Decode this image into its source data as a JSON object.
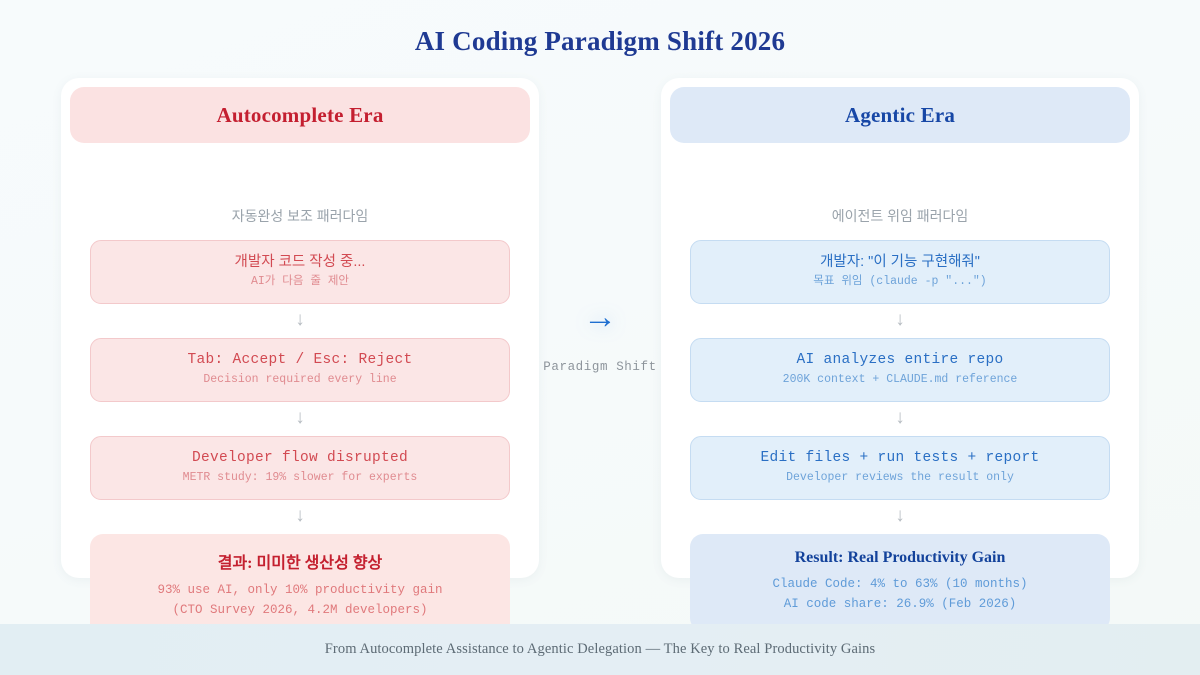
{
  "title": "AI Coding Paradigm Shift 2026",
  "colors": {
    "title": "#1f3a93",
    "left_accent": "#c41f30",
    "right_accent": "#1747a6",
    "left_panel_header_bg": "#fbe2e2",
    "right_panel_header_bg": "#dee9f7",
    "arrow": "#1f6fd0",
    "footer_bg": "#e3eef2"
  },
  "left_panel": {
    "header": "Autocomplete Era",
    "subtitle": "자동완성 보조 패러다임",
    "steps": [
      {
        "main": "개발자 코드 작성 중...",
        "sub": "AI가 다음 줄 제안",
        "main_mono": false,
        "sub_mono": true
      },
      {
        "main": "Tab: Accept / Esc: Reject",
        "sub": "Decision required every line",
        "main_mono": true,
        "sub_mono": true
      },
      {
        "main": "Developer flow disrupted",
        "sub": "METR study: 19% slower for experts",
        "main_mono": true,
        "sub_mono": true
      }
    ],
    "result": {
      "title": "결과: 미미한 생산성 향상",
      "lines": [
        "93% use AI, only 10% productivity gain",
        "(CTO Survey 2026, 4.2M developers)"
      ]
    }
  },
  "right_panel": {
    "header": "Agentic Era",
    "subtitle": "에이전트 위임 패러다임",
    "steps": [
      {
        "main": "개발자: \"이 기능 구현해줘\"",
        "sub": "목표 위임 (claude -p \"...\")",
        "main_mono": false,
        "sub_mono": true
      },
      {
        "main": "AI analyzes entire repo",
        "sub": "200K context + CLAUDE.md reference",
        "main_mono": true,
        "sub_mono": true
      },
      {
        "main": "Edit files + run tests + report",
        "sub": "Developer reviews the result only",
        "main_mono": true,
        "sub_mono": true
      }
    ],
    "result": {
      "title": "Result: Real Productivity Gain",
      "lines": [
        "Claude Code: 4% to 63% (10 months)",
        "AI code share: 26.9% (Feb 2026)"
      ]
    }
  },
  "center": {
    "arrow_glyph": "→",
    "arrow_icon_name": "right-arrow-icon",
    "label": "Paradigm Shift"
  },
  "flow_arrow_glyph": "↓",
  "footer": {
    "text": "From Autocomplete Assistance to Agentic Delegation — The Key to Real Productivity Gains"
  }
}
